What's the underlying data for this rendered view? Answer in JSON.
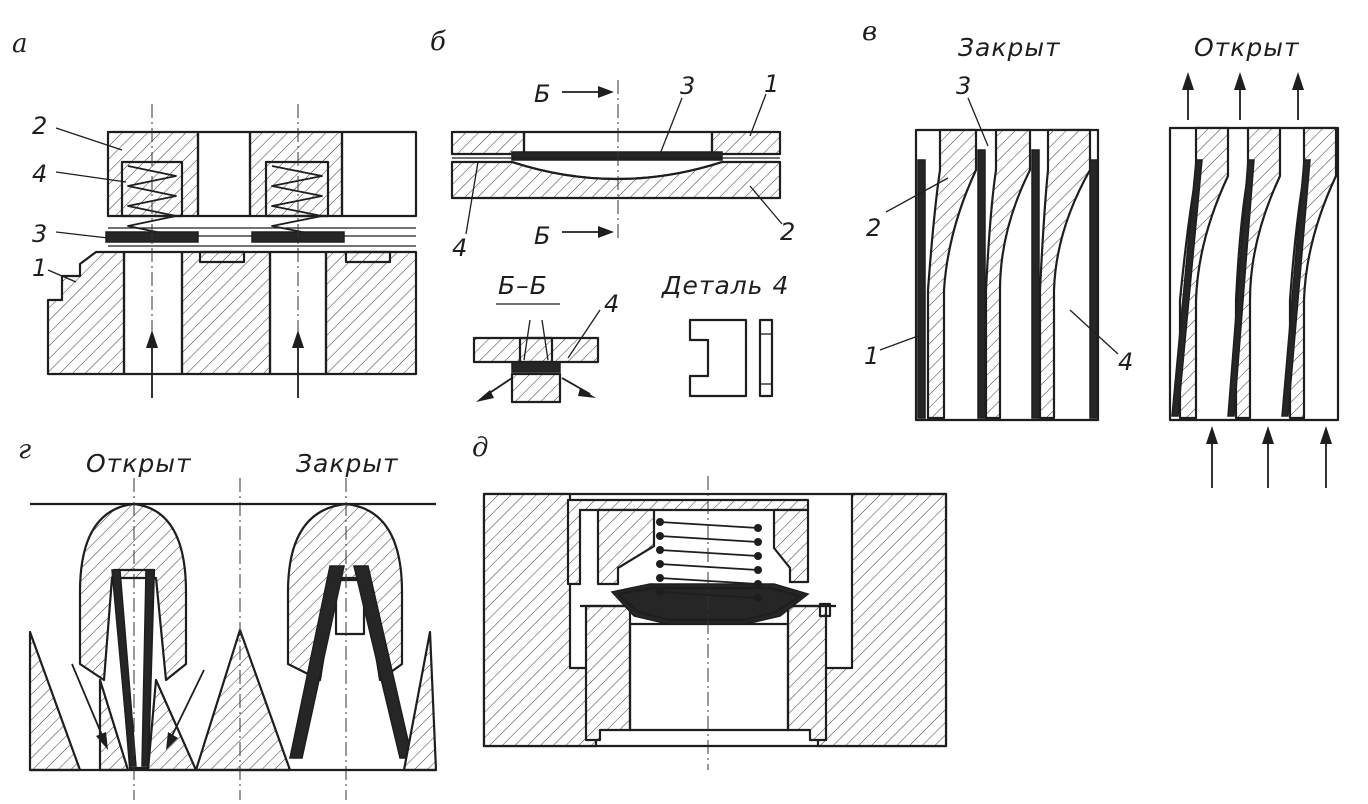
{
  "panels": {
    "a": {
      "letter": "а",
      "labels": [
        "2",
        "4",
        "3",
        "1"
      ]
    },
    "b": {
      "letter": "б",
      "section_mark": "Б",
      "section_title": "Б–Б",
      "detail_title": "Деталь 4",
      "labels": [
        "3",
        "1",
        "4",
        "2",
        "4"
      ]
    },
    "v": {
      "letter": "в",
      "state_closed": "Закрыт",
      "state_open": "Открыт",
      "labels": [
        "3",
        "2",
        "1",
        "4"
      ]
    },
    "g": {
      "letter": "г",
      "state_open": "Открыт",
      "state_closed": "Закрыт"
    },
    "d": {
      "letter": "д"
    }
  }
}
